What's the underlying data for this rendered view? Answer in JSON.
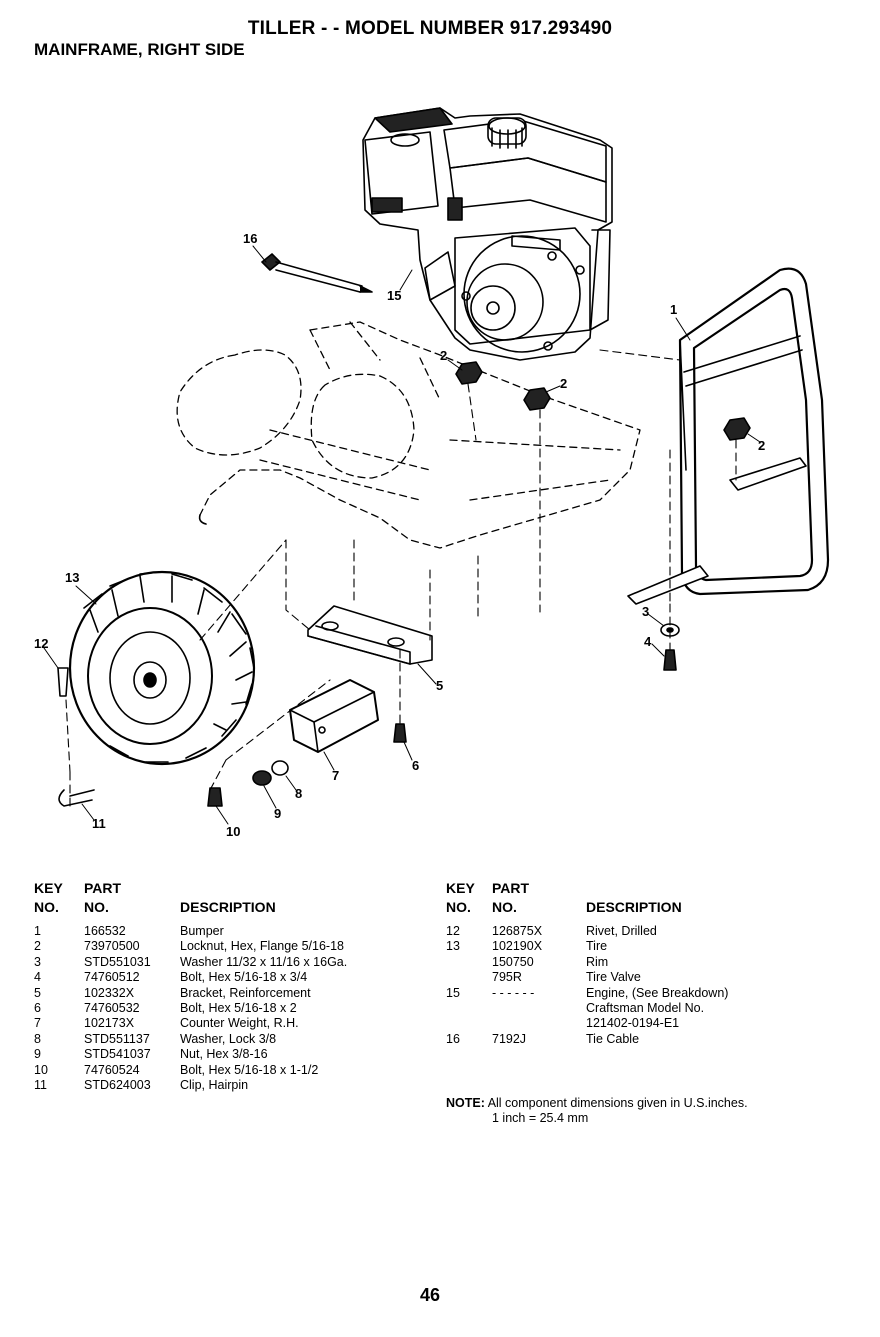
{
  "header": {
    "title": "TILLER - - MODEL NUMBER 917.293490",
    "section": "MAINFRAME, RIGHT SIDE"
  },
  "diagram": {
    "callouts": [
      "16",
      "15",
      "1",
      "2",
      "2",
      "2",
      "13",
      "12",
      "3",
      "4",
      "5",
      "6",
      "7",
      "8",
      "9",
      "10",
      "11"
    ]
  },
  "parts_table": {
    "headers": {
      "key": "KEY",
      "key2": "NO.",
      "part": "PART",
      "part2": "NO.",
      "description": "DESCRIPTION"
    },
    "left_rows": [
      {
        "key": "1",
        "part": "166532",
        "desc": "Bumper"
      },
      {
        "key": "2",
        "part": "73970500",
        "desc": "Locknut, Hex, Flange 5/16-18"
      },
      {
        "key": "3",
        "part": "STD551031",
        "desc": "Washer 11/32 x 11/16 x 16Ga."
      },
      {
        "key": "4",
        "part": "74760512",
        "desc": "Bolt, Hex 5/16-18 x 3/4"
      },
      {
        "key": "5",
        "part": "102332X",
        "desc": "Bracket, Reinforcement"
      },
      {
        "key": "6",
        "part": "74760532",
        "desc": "Bolt, Hex 5/16-18 x 2"
      },
      {
        "key": "7",
        "part": "102173X",
        "desc": "Counter Weight, R.H."
      },
      {
        "key": "8",
        "part": "STD551137",
        "desc": "Washer, Lock 3/8"
      },
      {
        "key": "9",
        "part": "STD541037",
        "desc": "Nut, Hex 3/8-16"
      },
      {
        "key": "10",
        "part": "74760524",
        "desc": "Bolt, Hex 5/16-18 x 1-1/2"
      },
      {
        "key": "11",
        "part": "STD624003",
        "desc": "Clip, Hairpin"
      }
    ],
    "right_rows": [
      {
        "key": "12",
        "part": "126875X",
        "desc": "Rivet, Drilled"
      },
      {
        "key": "13",
        "part": "102190X",
        "desc": "Tire"
      },
      {
        "key": "",
        "part": "150750",
        "desc": "Rim"
      },
      {
        "key": "",
        "part": "795R",
        "desc": "Tire Valve"
      },
      {
        "key": "15",
        "part": "- - - - - -",
        "desc": "Engine, (See Breakdown)"
      },
      {
        "key": "",
        "part": "",
        "desc": "Craftsman Model No."
      },
      {
        "key": "",
        "part": "",
        "desc": "121402-0194-E1"
      },
      {
        "key": "16",
        "part": "7192J",
        "desc": "Tie Cable"
      }
    ]
  },
  "note": {
    "label": "NOTE:",
    "text": "All component dimensions given in U.S.inches.",
    "conversion": "1 inch = 25.4 mm"
  },
  "page_number": "46"
}
